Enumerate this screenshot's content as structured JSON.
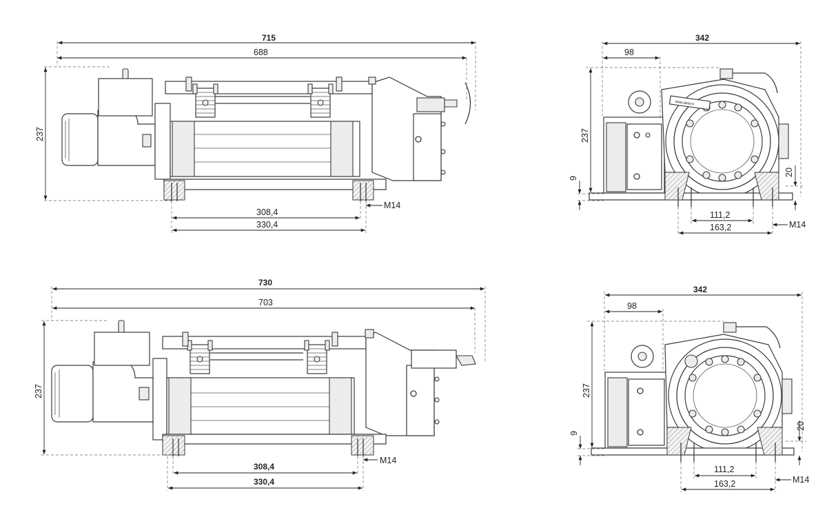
{
  "top_side_view": {
    "overall_length": "715",
    "inner_length": "688",
    "height": "237",
    "foot_span_inner": "308,4",
    "foot_span_outer": "330,4",
    "bolt": "M14"
  },
  "top_end_view": {
    "overall_width": "342",
    "motor_offset": "98",
    "height": "237",
    "base_height": "9",
    "foot_height": "20",
    "bolt_spacing_inner": "111,2",
    "bolt_spacing_outer": "163,2",
    "bolt": "M14",
    "nameplate_text": "MAN-WINCH"
  },
  "bottom_side_view": {
    "overall_length": "730",
    "inner_length": "703",
    "height": "237",
    "foot_span_inner": "308,4",
    "foot_span_outer": "330,4",
    "bolt": "M14"
  },
  "bottom_end_view": {
    "overall_width": "342",
    "motor_offset": "98",
    "height": "237",
    "base_height": "9",
    "foot_height": "20",
    "bolt_spacing_inner": "111,2",
    "bolt_spacing_outer": "163,2",
    "bolt": "M14"
  }
}
